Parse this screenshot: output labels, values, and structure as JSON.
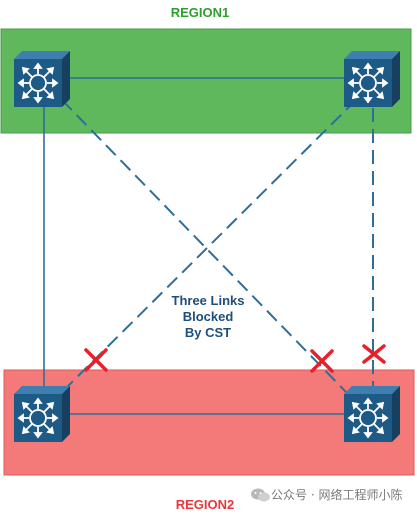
{
  "regions": {
    "top": {
      "label": "REGION1",
      "fill": "#5FB85C",
      "label_color": "#2E9E2E"
    },
    "bottom": {
      "label": "REGION2",
      "fill": "#F47A7A",
      "label_color": "#E8383D"
    }
  },
  "switch_color": "#1E5A86",
  "link_color": "#2E6E98",
  "blocked_color": "#E8202A",
  "annotation": {
    "line1": "Three Links",
    "line2": "Blocked",
    "line3": "By CST",
    "color": "#1E4F7A"
  },
  "nodes": [
    {
      "id": "r1-left",
      "icon": "layer3-switch-icon"
    },
    {
      "id": "r1-right",
      "icon": "layer3-switch-icon"
    },
    {
      "id": "r2-left",
      "icon": "layer3-switch-icon"
    },
    {
      "id": "r2-right",
      "icon": "layer3-switch-icon"
    }
  ],
  "links": [
    {
      "from": "r1-left",
      "to": "r1-right",
      "style": "solid",
      "blocked": false
    },
    {
      "from": "r2-left",
      "to": "r2-right",
      "style": "solid",
      "blocked": false
    },
    {
      "from": "r1-left",
      "to": "r2-left",
      "style": "solid",
      "blocked": false
    },
    {
      "from": "r1-left",
      "to": "r2-right",
      "style": "dashed",
      "blocked": true
    },
    {
      "from": "r1-right",
      "to": "r2-left",
      "style": "dashed",
      "blocked": true
    },
    {
      "from": "r1-right",
      "to": "r2-right",
      "style": "dashed",
      "blocked": true
    }
  ],
  "watermark": "公众号 · 网络工程师小陈"
}
